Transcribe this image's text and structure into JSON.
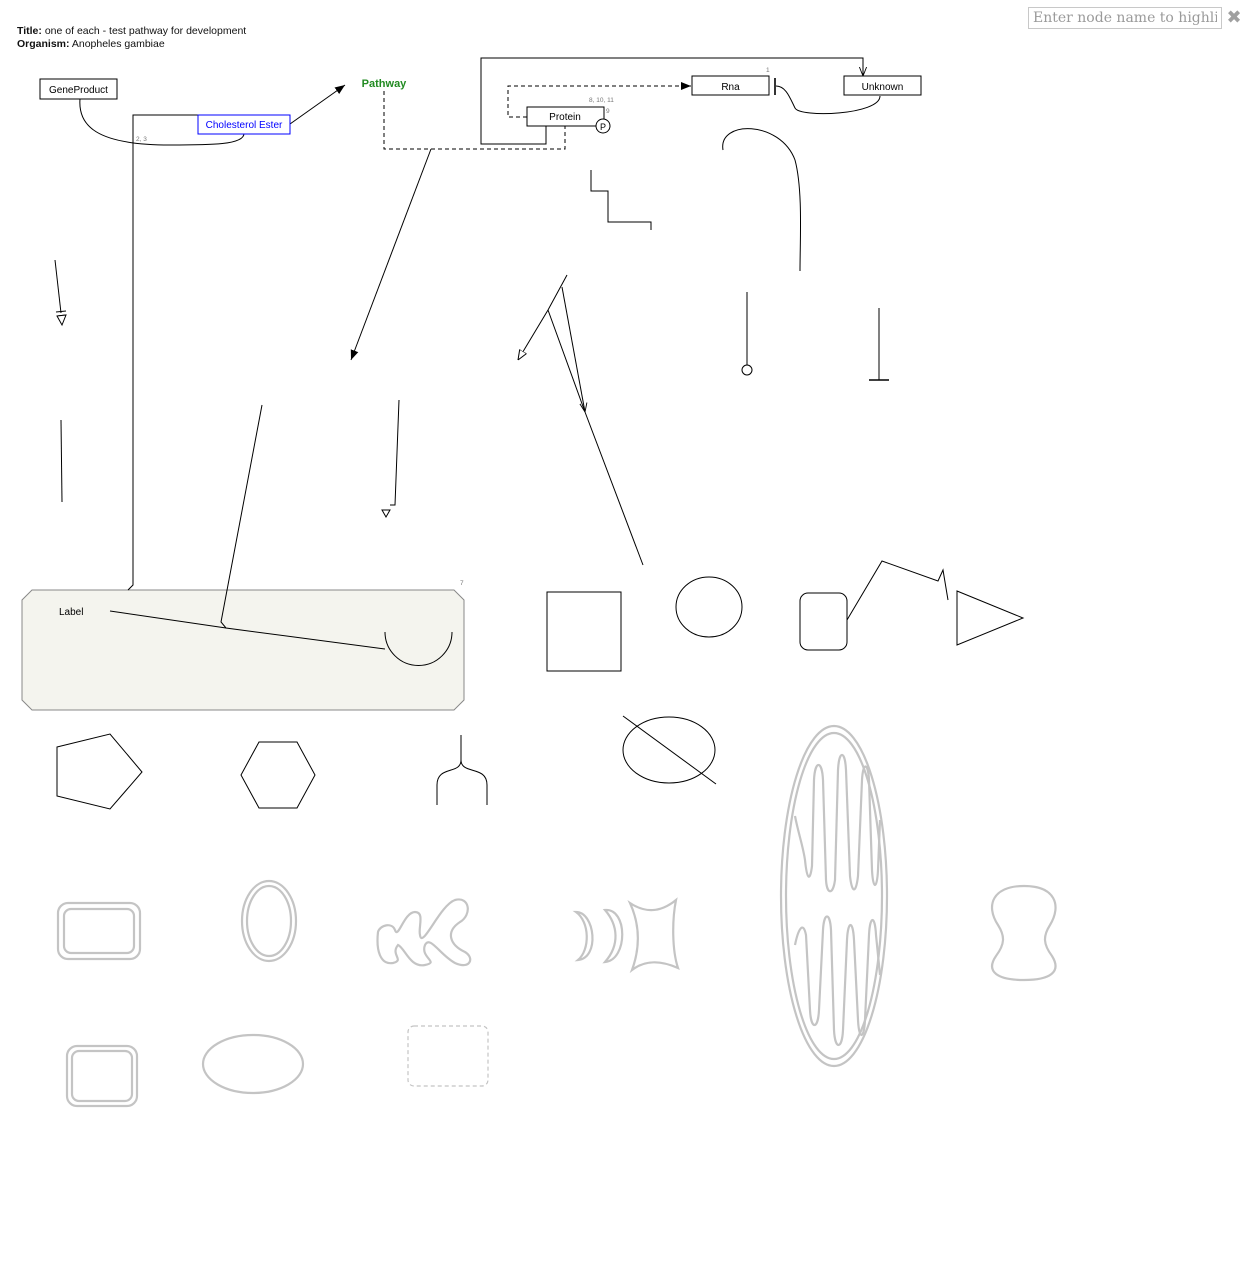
{
  "header": {
    "title_label": "Title:",
    "title_value": "one of each - test pathway for development",
    "organism_label": "Organism:",
    "organism_value": "Anopheles gambiae"
  },
  "search": {
    "placeholder": "Enter node name to highlight",
    "value": ""
  },
  "close_icon": "close-icon",
  "nodes": {
    "gene_product": "GeneProduct",
    "cholesterol_ester": "Cholesterol Ester",
    "pathway": "Pathway",
    "rna": "Rna",
    "unknown": "Unknown",
    "protein": "Protein",
    "phospho_state": "P",
    "label": "Label"
  },
  "citations": {
    "gene_ester_line": "2, 3",
    "protein": "8, 10, 11",
    "phospho": "9",
    "rna_inhibition": "1",
    "label_group": "7"
  },
  "colors": {
    "pathway": "#228B22",
    "metabolite": "#0000ff",
    "group_fill": "#f4f4ee",
    "group_stroke": "#888888",
    "cellular_component": "#c4c4c4"
  }
}
